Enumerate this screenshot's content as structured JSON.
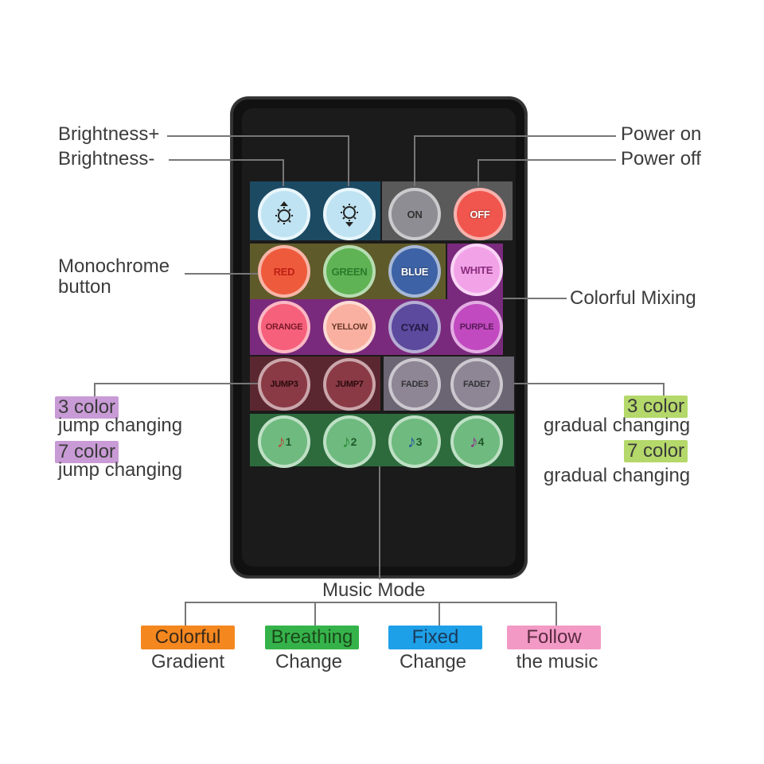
{
  "labels": {
    "brightness_plus": "Brightness+",
    "brightness_minus": "Brightness-",
    "power_on": "Power on",
    "power_off": "Power off",
    "monochrome_1": "Monochrome",
    "monochrome_2": "button",
    "colorful_mixing": "Colorful Mixing",
    "jump3_chip": "3 color",
    "jump3_text": "jump changing",
    "jump7_chip": "7 color",
    "jump7_text": "jump changing",
    "fade3_chip": "3 color",
    "fade3_text": "gradual changing",
    "fade7_chip": "7 color",
    "fade7_text": "gradual changing",
    "music_mode": "Music Mode"
  },
  "buttons": {
    "on": "ON",
    "off": "OFF",
    "red": "RED",
    "green": "GREEN",
    "blue": "BLUE",
    "white": "WHITE",
    "orange": "ORANGE",
    "yellow": "YELLOW",
    "cyan": "CYAN",
    "purple": "PURPLE",
    "jump3": "JUMP3",
    "jump7": "JUMP7",
    "fade3": "FADE3",
    "fade7": "FADE7",
    "music1": "1",
    "music2": "2",
    "music3": "3",
    "music4": "4"
  },
  "music_modes": [
    {
      "chip": "Colorful",
      "sub": "Gradient",
      "color": "#f5871f"
    },
    {
      "chip": "Breathing",
      "sub": "Change",
      "color": "#35b34a"
    },
    {
      "chip": "Fixed",
      "sub": "Change",
      "color": "#1ea0e8"
    },
    {
      "chip": "Follow",
      "sub": "the music",
      "color": "#f29ac5"
    }
  ],
  "colors": {
    "jump_chip": "#c99bd6",
    "fade_chip": "#b4d86a"
  }
}
